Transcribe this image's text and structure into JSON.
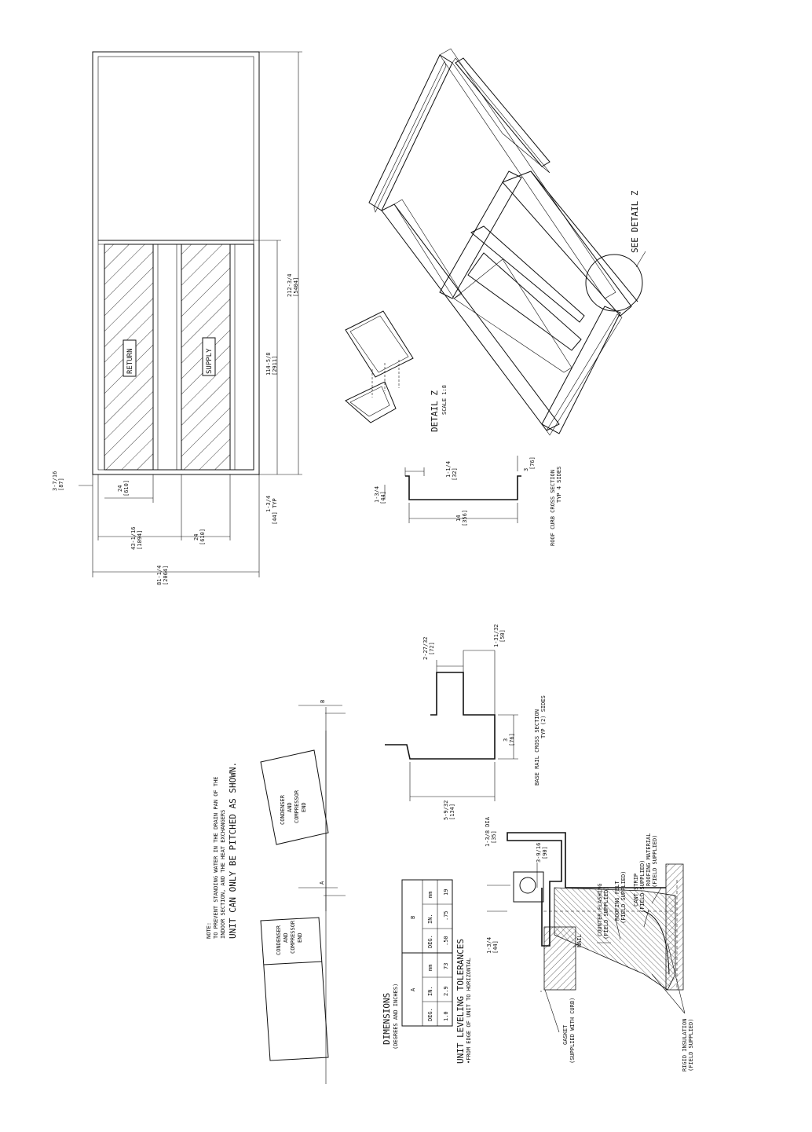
{
  "plan": {
    "dims": {
      "d1": "3-7/16",
      "d1mm": "[87]",
      "d2": "24",
      "d2mm": "[610]",
      "d3": "43-1/16",
      "d3mm": "[1094]",
      "d4": "24",
      "d4mm": "[610]",
      "d5": "81-1/4",
      "d5mm": "[2064]",
      "d6": "1-3/4",
      "d6mm": "[44] TYP",
      "d7": "114-5/8",
      "d7mm": "[2911]",
      "d8": "212-3/4",
      "d8mm": "[5404]"
    },
    "return_label": "RETURN",
    "supply_label": "SUPPLY"
  },
  "curb_section": {
    "d1": "1-1/4",
    "d1mm": "[32]",
    "d2": "1-3/4",
    "d2mm": "[44]",
    "d3": "14",
    "d3mm": "[356]",
    "d4": "3",
    "d4mm": "[76]",
    "title": "ROOF CURB CROSS SECTION",
    "sub": "TYP 4 SIDES"
  },
  "iso": {
    "detail_title": "DETAIL  Z",
    "detail_scale": "SCALE 1:8",
    "see_detail": "SEE DETAIL  Z"
  },
  "note": {
    "line1": "NOTE:",
    "line2": "TO PREVENT STANDING WATER IN THE DRAIN PAN OF THE",
    "line3": "INDOOR SECTION, AND THE HEAT EXCHANGERS",
    "line4": "UNIT CAN ONLY BE PITCHED AS SHOWN."
  },
  "pitch": {
    "box_a": [
      "CONDENSER",
      "AND",
      "COMPRESSOR",
      "END"
    ],
    "box_b": [
      "CONDENSER",
      "AND",
      "COMPRESSOR",
      "END"
    ],
    "label_a": "A",
    "label_b": "B"
  },
  "rail_section": {
    "d1": "2-27/32",
    "d1mm": "[72]",
    "d2": "1-31/32",
    "d2mm": "[50]",
    "d3": "3",
    "d3mm": "[76]",
    "d4": "5-9/32",
    "d4mm": "[134]",
    "title": "BASE RAIL CROSS SECTION",
    "sub": "TYP (2) SIDES"
  },
  "tolerances": {
    "title1": "DIMENSIONS",
    "title2": "(DEGREES AND INCHES)",
    "head_a": "A",
    "head_b": "B",
    "sub_heads": [
      "DEG.",
      "IN.",
      "mm",
      "DEG.",
      "IN.",
      "mm"
    ],
    "values": [
      "1.0",
      "2.9",
      "73",
      ".50",
      ".75",
      "19"
    ],
    "footer1": "UNIT LEVELING TOLERANCES",
    "footer2": "•FROM EDGE OF UNIT TO HORIZONTAL"
  },
  "curb_detail": {
    "dia": "1-3/8 DIA",
    "dia_mm": "[35]",
    "d1": "3-9/16",
    "d1mm": "[90]",
    "d2": "1-3/4",
    "d2mm": "[44]",
    "nail": "NAIL",
    "counter1": "COUNTER FLASHING",
    "counter2": "(FIELD SUPPLIED)",
    "felt1": "ROOFING FELT",
    "felt2": "(FIELD SUPPLIED)",
    "cant1": "CANT STRIP",
    "cant2": "(FIELD SUPPLIED)",
    "mat1": "ROOFING MATERIAL",
    "mat2": "(FIELD SUPPLIED)",
    "gasket1": "GASKET",
    "gasket2": "(SUPPLIED WITH CURB)",
    "rigid1": "RIGID INSULATION",
    "rigid2": "(FIELD SUPPLIED)"
  }
}
